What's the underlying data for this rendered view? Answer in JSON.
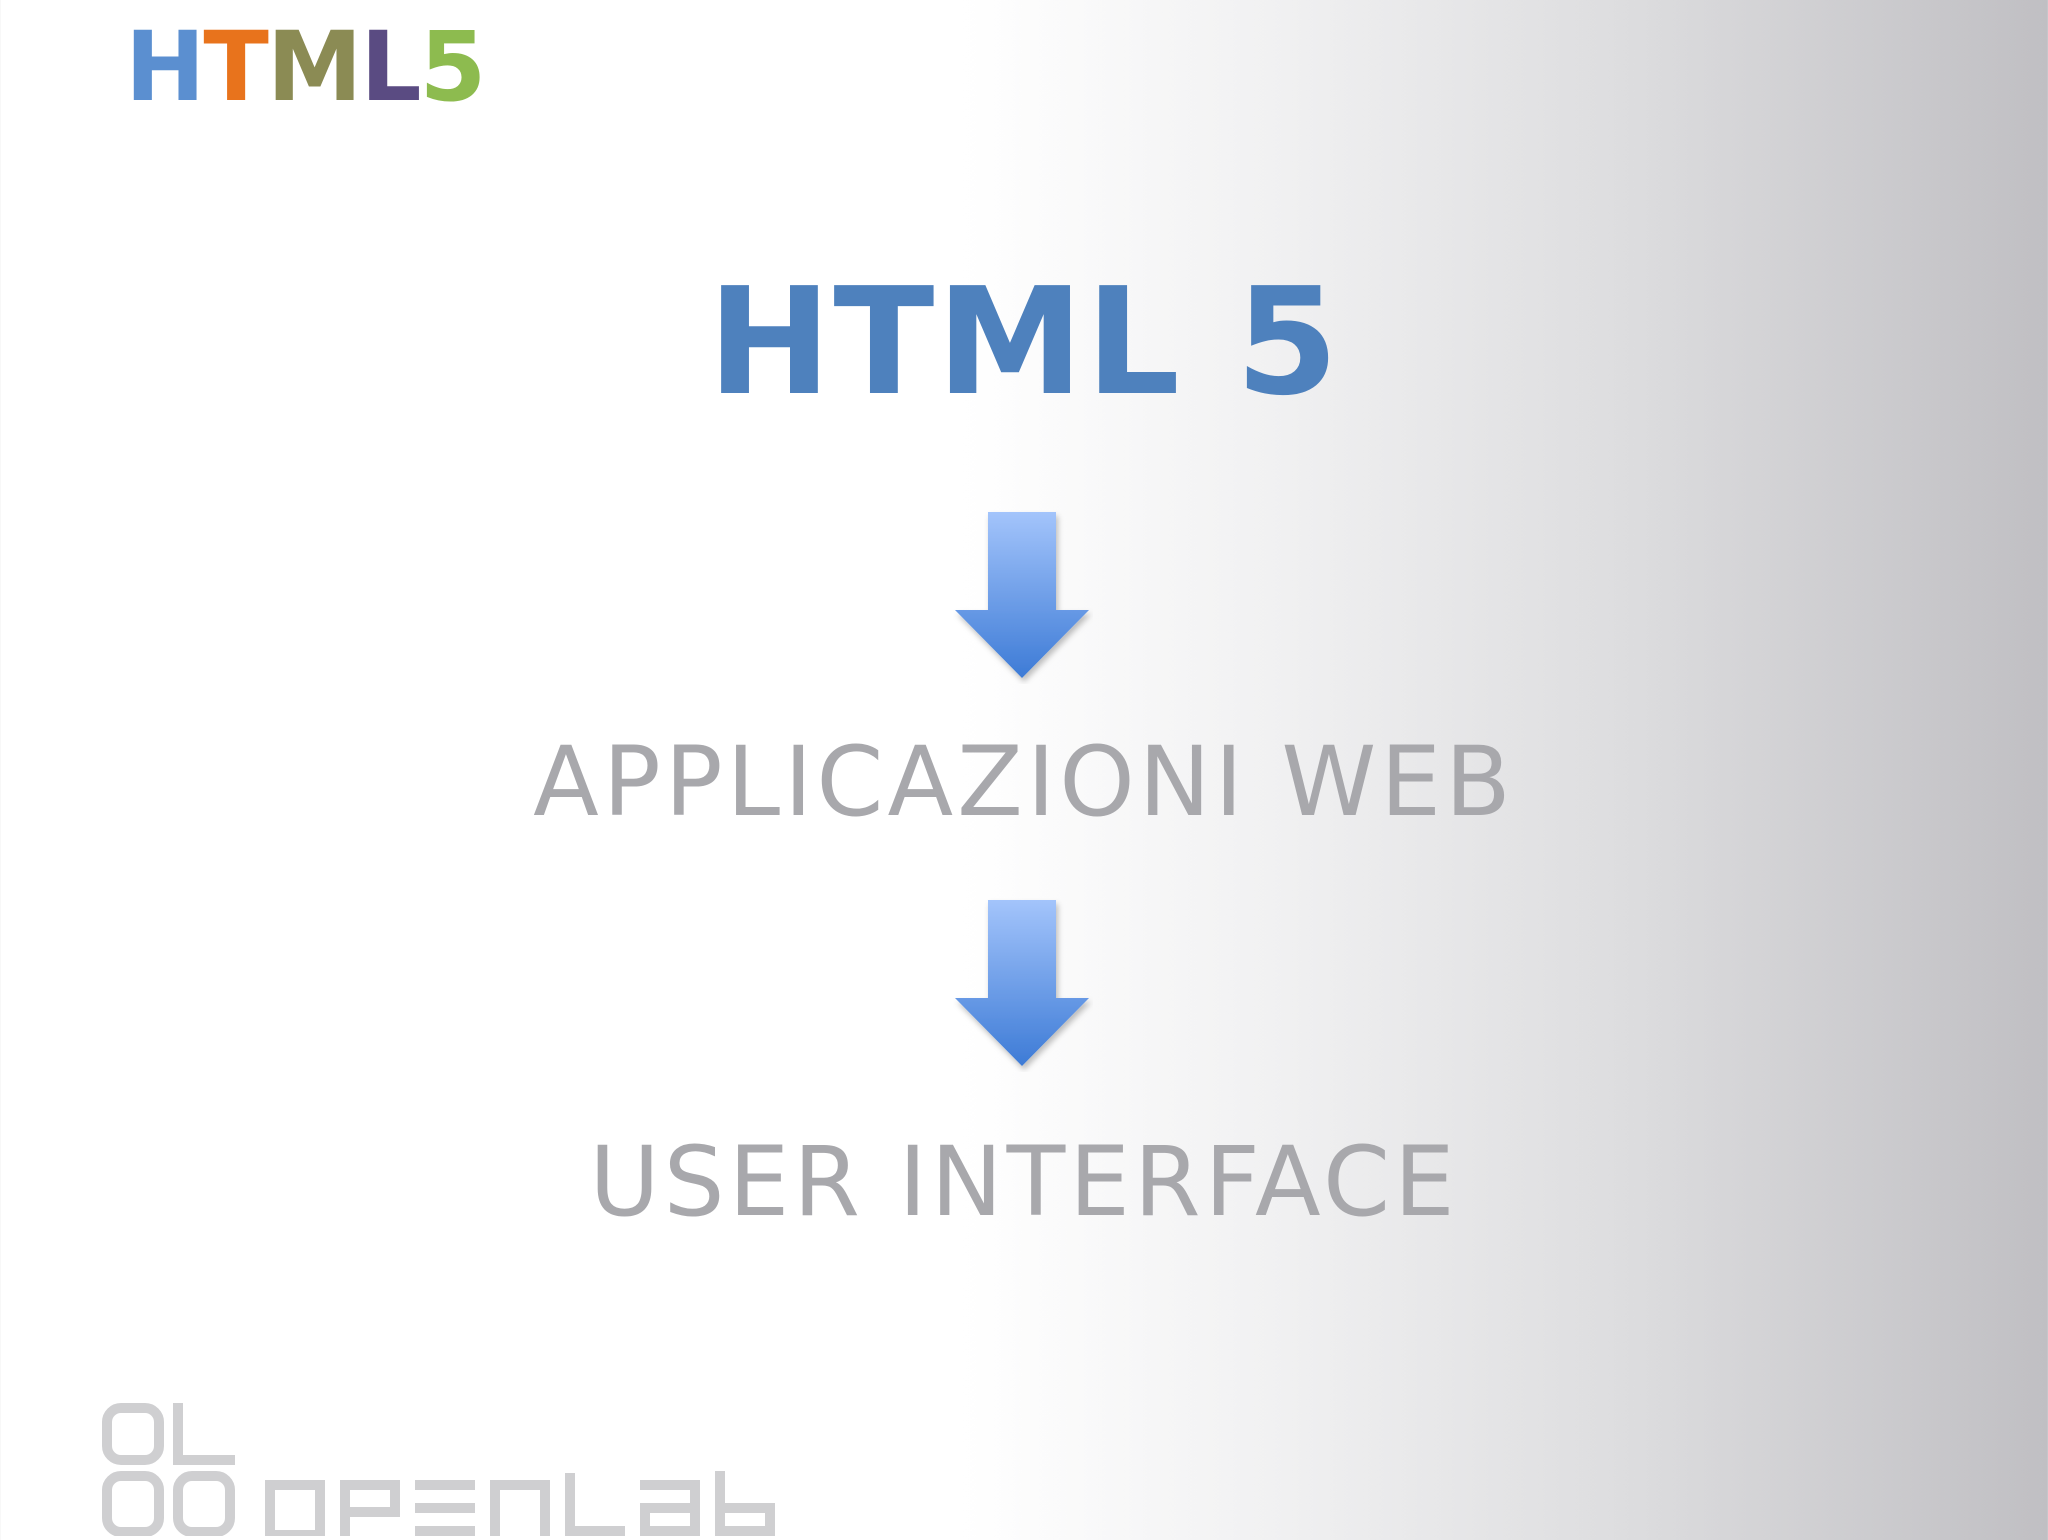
{
  "logo": {
    "letters": [
      {
        "char": "H",
        "color": "#5b8fd0"
      },
      {
        "char": "T",
        "color": "#e8731c"
      },
      {
        "char": "M",
        "color": "#8b8b54"
      },
      {
        "char": "L",
        "color": "#5a4b82"
      },
      {
        "char": "5",
        "color": "#8dbb4f"
      }
    ]
  },
  "title": {
    "text": "HTML 5",
    "color": "#4e81bd"
  },
  "steps": [
    {
      "label": "APPLICAZIONI WEB"
    },
    {
      "label": "USER INTERFACE"
    }
  ],
  "step_color": "#a8a8ac",
  "arrow_colors": {
    "top": "#a3c4fb",
    "bottom": "#3d7bd6"
  },
  "footer": {
    "logo_name": "openlab-logo",
    "text": "openlab",
    "color": "#cfcfd1"
  }
}
